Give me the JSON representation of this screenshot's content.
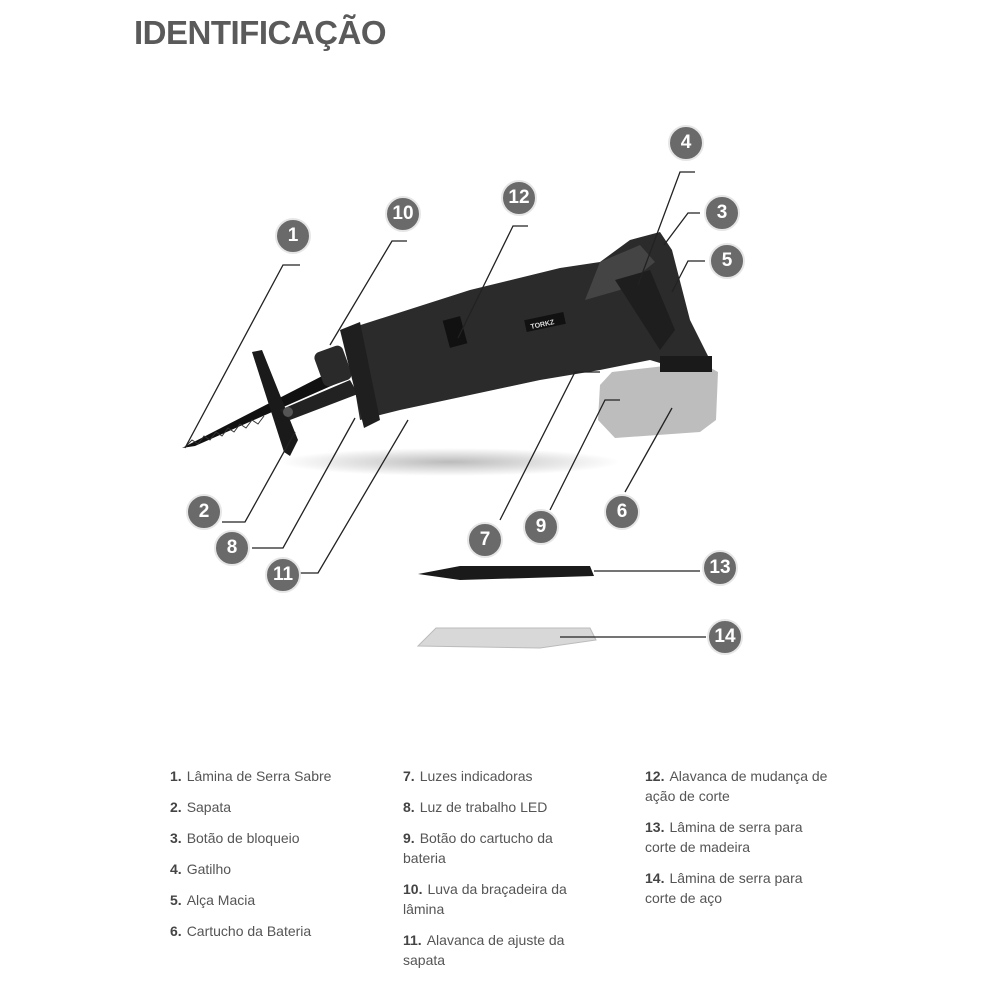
{
  "title": "IDENTIFICAÇÃO",
  "brand": "TORKZ",
  "callouts": [
    "1",
    "2",
    "3",
    "4",
    "5",
    "6",
    "7",
    "8",
    "9",
    "10",
    "11",
    "12",
    "13",
    "14"
  ],
  "legend": {
    "col1": [
      {
        "num": "1.",
        "text": "Lâmina de Serra Sabre"
      },
      {
        "num": "2.",
        "text": "Sapata"
      },
      {
        "num": "3.",
        "text": "Botão de bloqueio"
      },
      {
        "num": "4.",
        "text": "Gatilho"
      },
      {
        "num": "5.",
        "text": "Alça Macia"
      },
      {
        "num": "6.",
        "text": "Cartucho da Bateria"
      }
    ],
    "col2": [
      {
        "num": "7.",
        "text": "Luzes indicadoras"
      },
      {
        "num": "8.",
        "text": "Luz de trabalho LED"
      },
      {
        "num": "9.",
        "text": "Botão do cartucho da bateria"
      },
      {
        "num": "10.",
        "text": "Luva da braçadeira da lâmina"
      },
      {
        "num": "11.",
        "text": "Alavanca de ajuste da sapata"
      }
    ],
    "col3": [
      {
        "num": "12.",
        "text": "Alavanca de mudança de ação de corte"
      },
      {
        "num": "13.",
        "text": "Lâmina de serra para corte de madeira"
      },
      {
        "num": "14.",
        "text": "Lâmina de serra para corte de aço"
      }
    ]
  }
}
